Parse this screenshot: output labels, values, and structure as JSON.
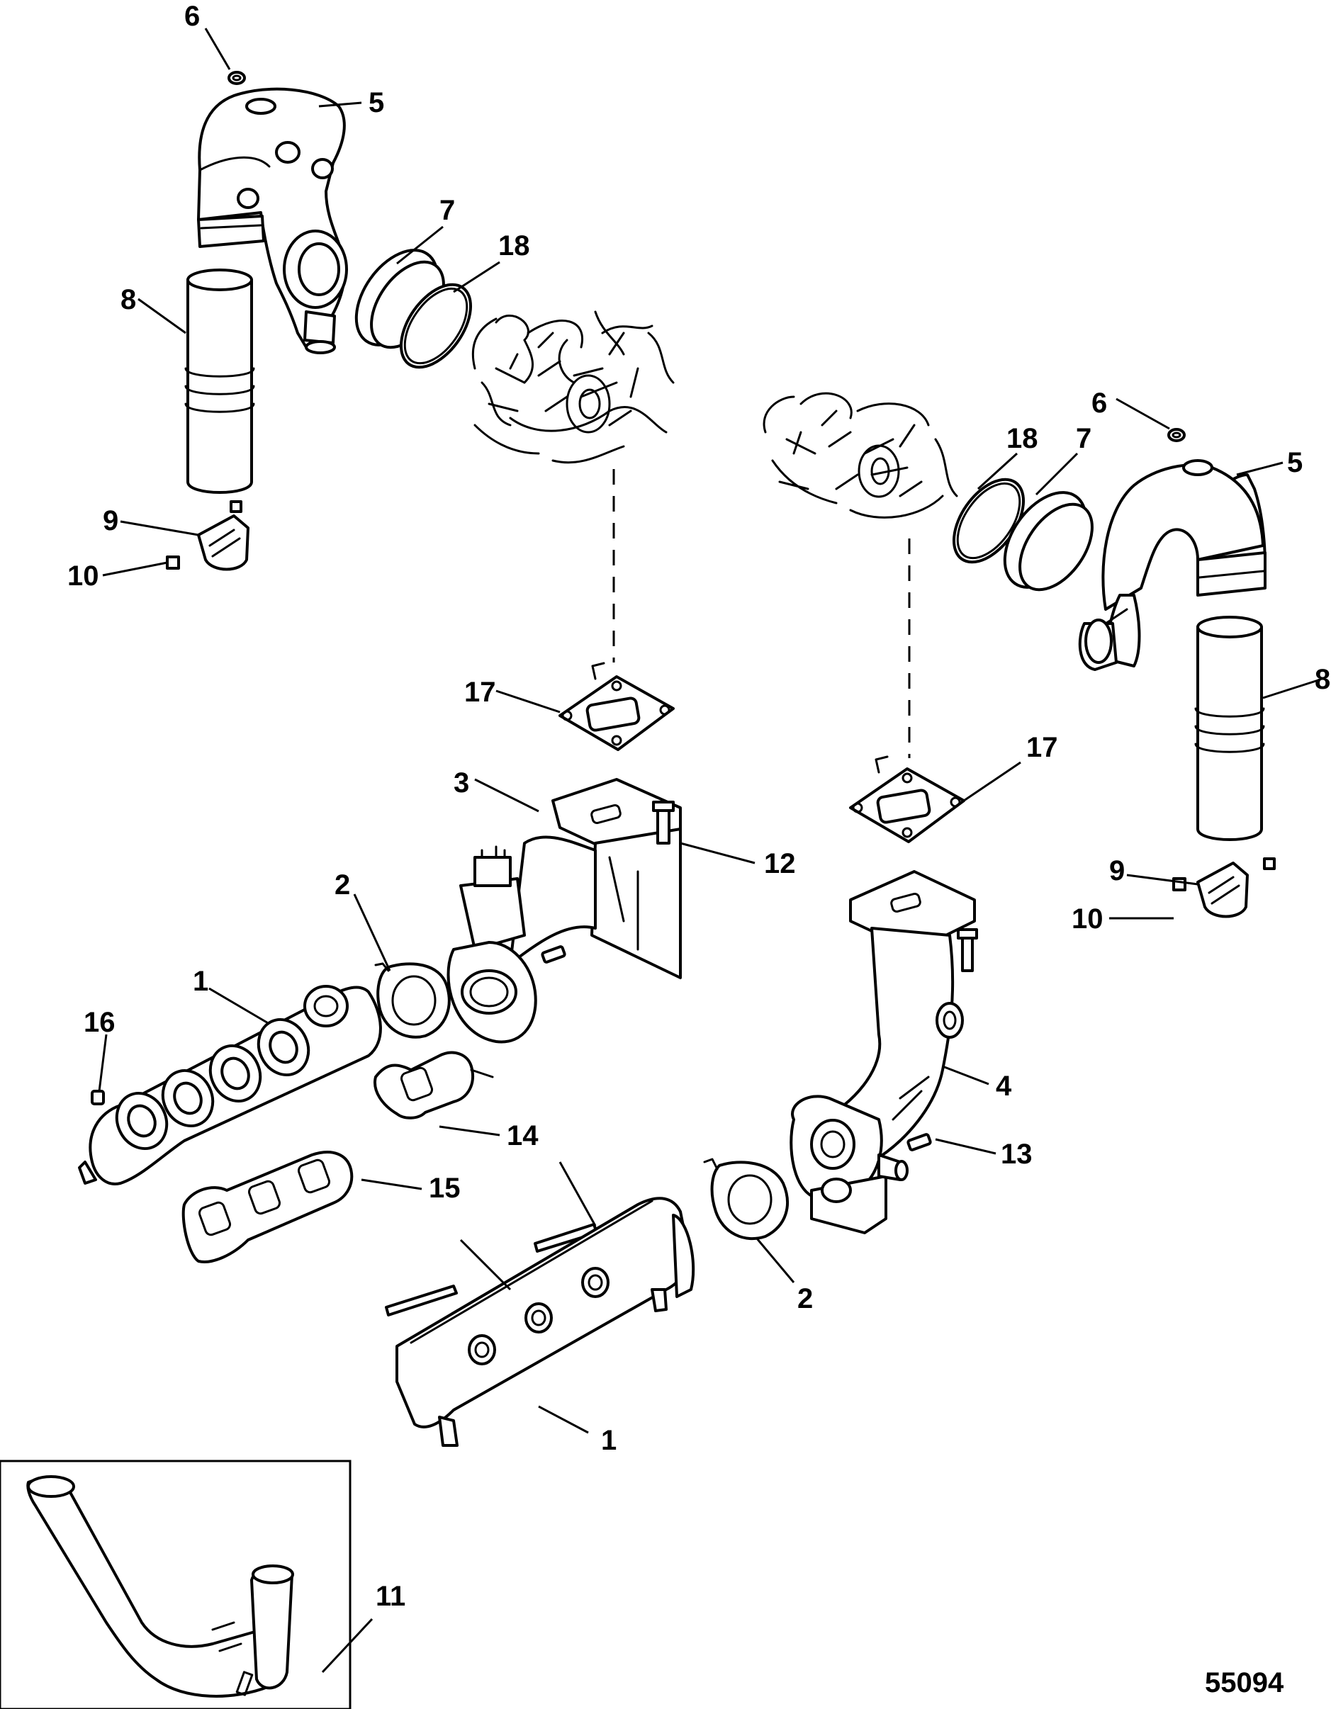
{
  "figure_number": "55094",
  "callouts": {
    "c1a": "1",
    "c1b": "1",
    "c2a": "2",
    "c2b": "2",
    "c3": "3",
    "c4": "4",
    "c5a": "5",
    "c5b": "5",
    "c6a": "6",
    "c6b": "6",
    "c7a": "7",
    "c7b": "7",
    "c8a": "8",
    "c8b": "8",
    "c9a": "9",
    "c9b": "9",
    "c10a": "10",
    "c10b": "10",
    "c11": "11",
    "c12": "12",
    "c13": "13",
    "c14": "14",
    "c15": "15",
    "c16": "16",
    "c17a": "17",
    "c17b": "17",
    "c18a": "18",
    "c18b": "18"
  }
}
